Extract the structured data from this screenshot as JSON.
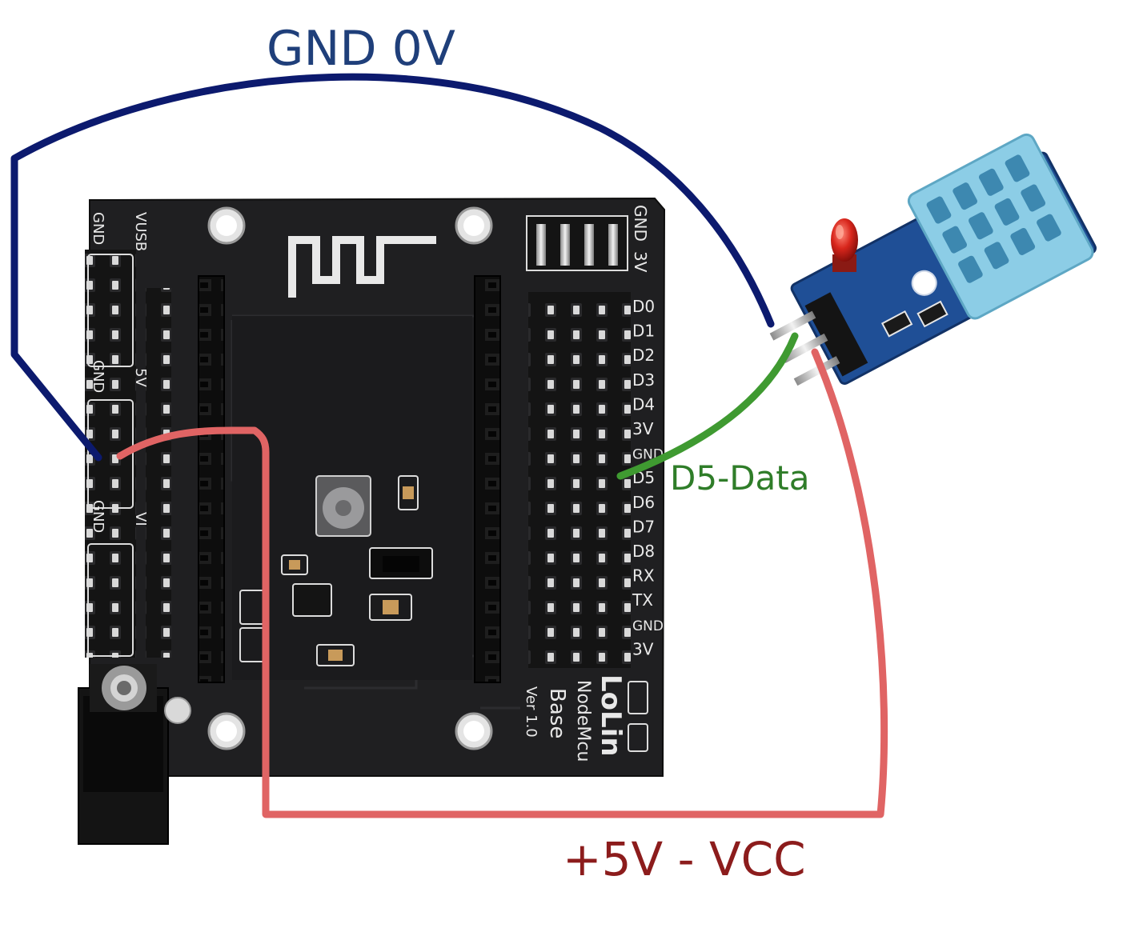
{
  "wire_labels": {
    "gnd": "GND 0V",
    "vcc": "+5V - VCC",
    "data": "D5-Data"
  },
  "board": {
    "left_labels": [
      "VUSB",
      "GND",
      "5V",
      "GND",
      "VI",
      "GND"
    ],
    "top_right_labels": [
      "GND",
      "3V"
    ],
    "pin_labels": [
      "D0",
      "D1",
      "D2",
      "D3",
      "D4",
      "3V",
      "GND",
      "D5",
      "D6",
      "D7",
      "D8",
      "RX",
      "TX",
      "GND",
      "3V"
    ],
    "brand_lines": [
      "LoLin",
      "NodeMcu",
      "Base",
      "Ver 1.0"
    ]
  },
  "colors": {
    "gnd_wire": "#0c1a6e",
    "gnd_label": "#1f3f7a",
    "vcc_wire": "#e06464",
    "vcc_label": "#8c1c1c",
    "data_wire": "#3f9a31",
    "data_label": "#2f7d29",
    "board": "#1f1f21",
    "sensor_body": "#8ccde6",
    "sensor_pcb": "#1f4f96"
  }
}
